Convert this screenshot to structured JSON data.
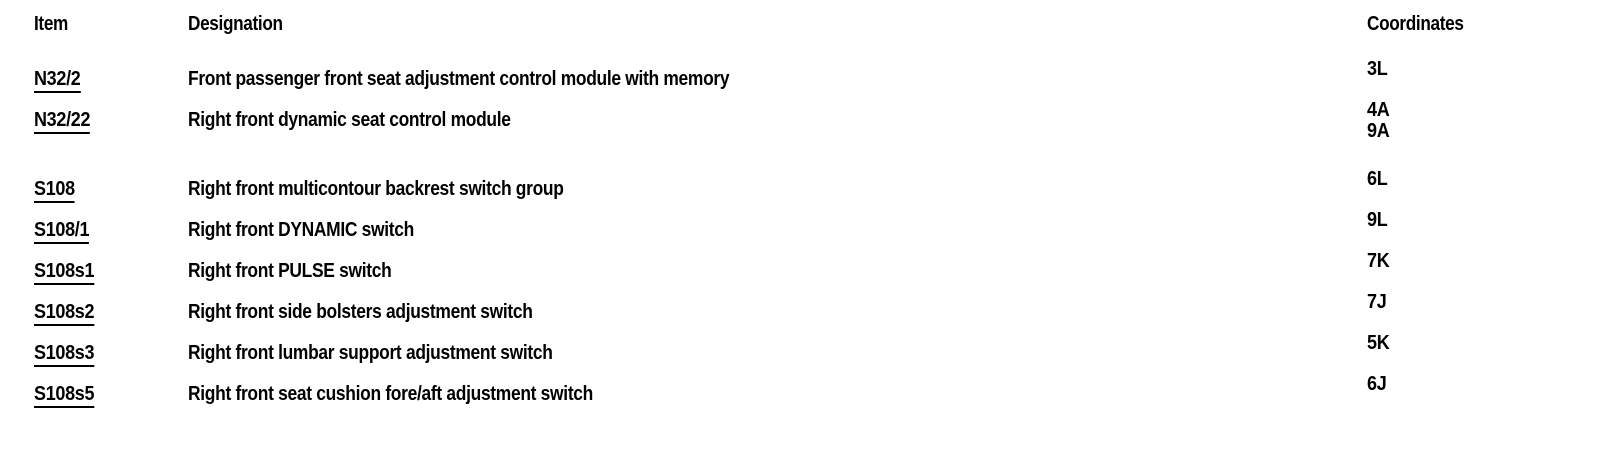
{
  "table": {
    "headers": {
      "item": "Item",
      "designation": "Designation",
      "coordinates": "Coordinates"
    },
    "rows": [
      {
        "item": "N32/2",
        "designation": "Front passenger front seat adjustment control module with memory",
        "coordinates": [
          "3L"
        ]
      },
      {
        "item": "N32/22",
        "designation": "Right front dynamic seat control module",
        "coordinates": [
          "4A",
          "9A"
        ]
      },
      {
        "item": "S108",
        "designation": "Right front multicontour backrest switch group",
        "coordinates": [
          "6L"
        ]
      },
      {
        "item": "S108/1",
        "designation": "Right front DYNAMIC switch",
        "coordinates": [
          "9L"
        ]
      },
      {
        "item": "S108s1",
        "designation": "Right front PULSE switch",
        "coordinates": [
          "7K"
        ]
      },
      {
        "item": "S108s2",
        "designation": "Right front side bolsters adjustment switch",
        "coordinates": [
          "7J"
        ]
      },
      {
        "item": "S108s3",
        "designation": "Right front lumbar support adjustment switch",
        "coordinates": [
          "5K"
        ]
      },
      {
        "item": "S108s5",
        "designation": "Right front seat cushion fore/aft adjustment switch",
        "coordinates": [
          "6J"
        ]
      }
    ]
  },
  "colors": {
    "text": "#000000",
    "background": "#ffffff",
    "link_underline": "#000000"
  }
}
